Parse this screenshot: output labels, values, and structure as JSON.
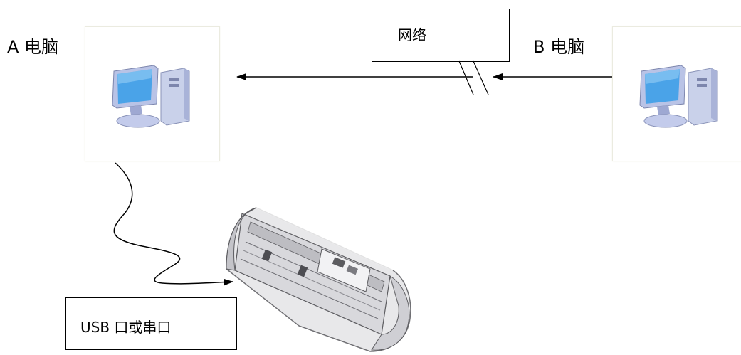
{
  "labels": {
    "computer_a": "A 电脑",
    "computer_b": "B 电脑",
    "network": "网络",
    "port": "USB 口或串口"
  },
  "icons": {
    "computer_a": "desktop-computer-icon",
    "computer_b": "desktop-computer-icon",
    "device": "vinyl-cutter-plotter-icon"
  },
  "colors": {
    "line": "#000000",
    "monitor_screen": "#4aa3e8",
    "monitor_body": "#b9c3e6",
    "card_border": "#ebebe0"
  }
}
